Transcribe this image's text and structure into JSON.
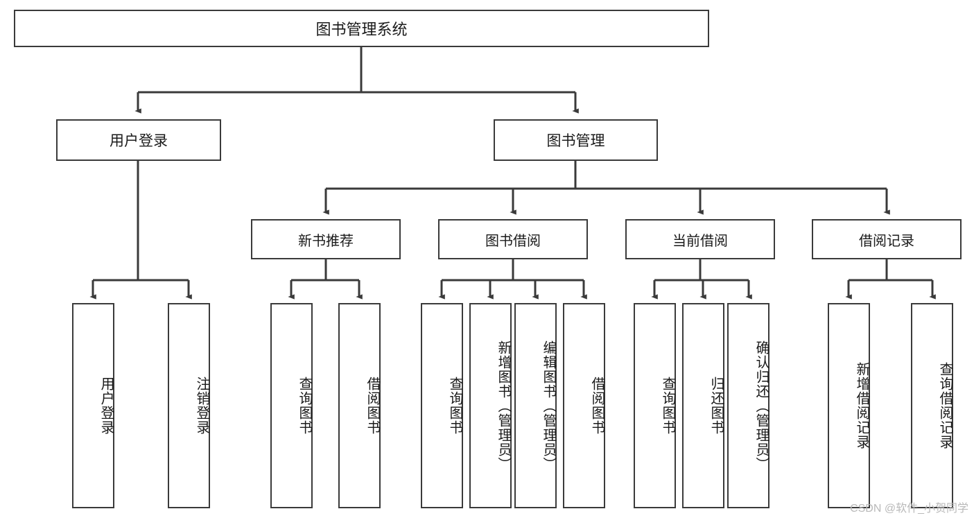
{
  "diagram": {
    "type": "tree",
    "title": "图书管理系统",
    "watermark": "CSDN @软件_小贺同学",
    "colors": {
      "box_border": "#3a3a3a",
      "box_fill": "#ffffff",
      "connector": "#3a3a3a",
      "text": "#1a1a1a",
      "watermark": "#b9b9b9"
    },
    "nodes": {
      "root": {
        "label": "图书管理系统"
      },
      "level2": [
        {
          "label": "用户登录"
        },
        {
          "label": "图书管理"
        }
      ],
      "level3": [
        {
          "label": "新书推荐"
        },
        {
          "label": "图书借阅"
        },
        {
          "label": "当前借阅"
        },
        {
          "label": "借阅记录"
        }
      ],
      "leaves": {
        "user_login": [
          {
            "label": "用户登录"
          },
          {
            "label": "注销登录"
          }
        ],
        "new_book_recommend": [
          {
            "label": "查询图书"
          },
          {
            "label": "借阅图书"
          }
        ],
        "book_borrow": [
          {
            "label": "查询图书"
          },
          {
            "label": "新增图书（管理员）"
          },
          {
            "label": "编辑图书（管理员）"
          },
          {
            "label": "借阅图书"
          }
        ],
        "current_borrow": [
          {
            "label": "查询图书"
          },
          {
            "label": "归还图书"
          },
          {
            "label": "确认归还（管理员）"
          }
        ],
        "borrow_records": [
          {
            "label": "新增借阅记录"
          },
          {
            "label": "查询借阅记录"
          }
        ]
      }
    }
  }
}
